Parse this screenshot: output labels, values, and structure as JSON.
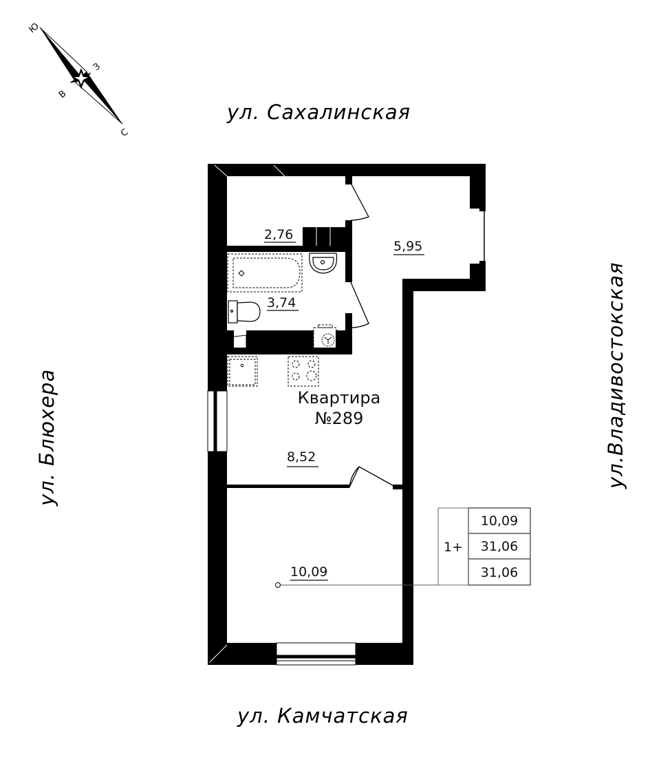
{
  "compass": {
    "north": "С",
    "south": "Ю",
    "east": "В",
    "west": "З"
  },
  "streets": {
    "top": "ул. Сахалинская",
    "bottom": "ул. Камчатская",
    "left": "ул. Блюхера",
    "right": "ул.Владивостокская"
  },
  "apartment": {
    "title": "Квартира",
    "number": "№289"
  },
  "rooms": [
    {
      "name": "hallway",
      "area": "2,76"
    },
    {
      "name": "balcony",
      "area": "5,95"
    },
    {
      "name": "bathroom",
      "area": "3,74"
    },
    {
      "name": "kitchen-living",
      "area": "8,52"
    },
    {
      "name": "bedroom",
      "area": "10,09"
    }
  ],
  "summary_table": {
    "rooms_label": "1+",
    "living_area": "10,09",
    "total_area": "31,06",
    "total_area_with_balcony": "31,06"
  },
  "colors": {
    "wall": "#000000",
    "background": "#ffffff",
    "leader_line": "#555555"
  }
}
